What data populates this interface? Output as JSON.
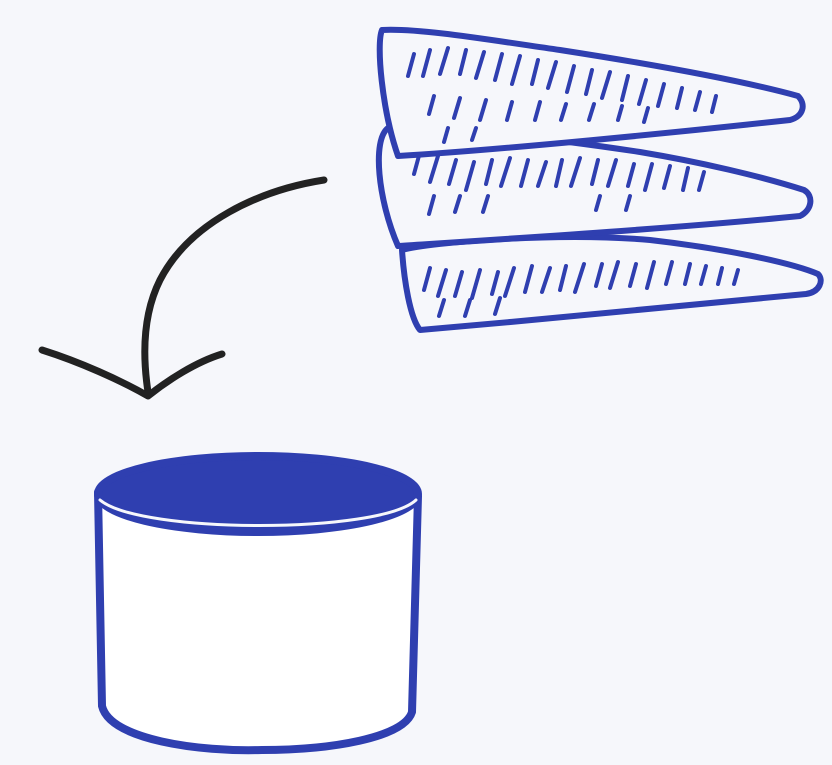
{
  "diagram": {
    "kind": "hand-drawn sketch",
    "elements": [
      {
        "id": "document-stack",
        "icon": "document-stack-icon",
        "count": 3
      },
      {
        "id": "curved-arrow",
        "icon": "curved-arrow-icon"
      },
      {
        "id": "database",
        "icon": "database-cylinder-icon"
      }
    ],
    "relations": [
      {
        "from": "document-stack",
        "to": "database",
        "via": "curved-arrow"
      }
    ]
  },
  "colors": {
    "background": "#f6f7fb",
    "ink_blue": "#2f3fb0",
    "ink_dark": "#222222"
  }
}
